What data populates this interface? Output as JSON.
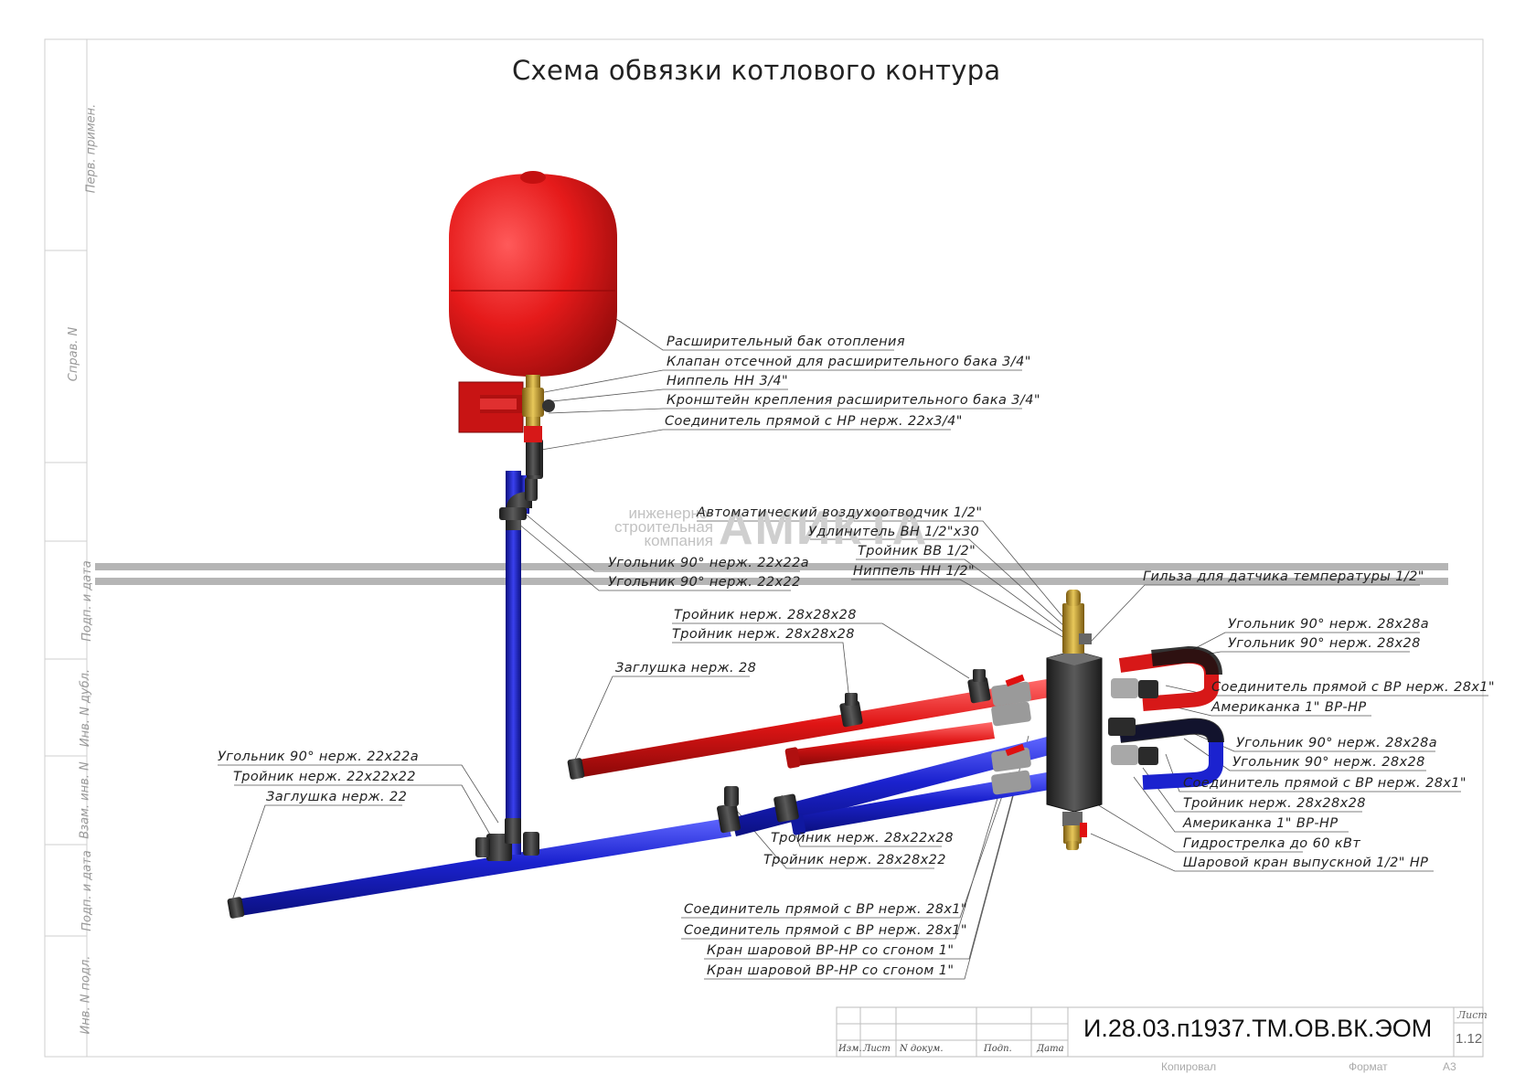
{
  "title": "Схема обвязки котлового контура",
  "watermark": {
    "line1": "инженерно-",
    "line2": "строительная",
    "line3": "компания",
    "brand": "АМИКТА"
  },
  "sidebar": [
    "Перв. примен.",
    "Справ. N",
    "Подп. и дата",
    "Инв. N дубл.",
    "Взам. инв. N",
    "Подп. и дата",
    "Инв. N подл."
  ],
  "labels": {
    "tank": "Расширительный бак отопления",
    "shutoff_valve": "Клапан отсечной для расширительного бака 3/4\"",
    "nipple_34": "Ниппель НН 3/4\"",
    "bracket": "Кронштейн крепления расширительного бака 3/4\"",
    "conn_22x34": "Соединитель прямой с НР нерж. 22х3/4\"",
    "air_vent": "Автоматический воздухоотводчик 1/2\"",
    "extension": "Удлинитель ВН 1/2\"х30",
    "tee_bb": "Тройник ВВ 1/2\"",
    "nipple_12": "Ниппель НН 1/2\"",
    "elbow_22a_top": "Угольник 90° нерж. 22х22а",
    "elbow_22_top": "Угольник 90° нерж. 22х22",
    "sleeve": "Гильза для датчика температуры 1/2\"",
    "tee_28_a": "Тройник нерж. 28х28х28",
    "tee_28_b": "Тройник нерж. 28х28х28",
    "elbow_28a_1": "Угольник 90° нерж. 28х28а",
    "elbow_28_1": "Угольник 90° нерж. 28х28",
    "plug_28": "Заглушка нерж. 28",
    "conn_28x1_r1": "Соединитель прямой с ВР нерж. 28х1\"",
    "union_r1": "Американка 1\" ВР-НР",
    "elbow_28a_2": "Угольник 90° нерж. 28х28а",
    "elbow_28_2": "Угольник 90° нерж. 28х28",
    "conn_28x1_r2": "Соединитель прямой с ВР нерж. 28х1\"",
    "tee_28_r": "Тройник нерж. 28х28х28",
    "union_r2": "Американка 1\" ВР-НР",
    "hydro_sep": "Гидрострелка до 60 кВт",
    "drain_valve": "Шаровой кран выпускной 1/2\" НР",
    "elbow_22a_left": "Угольник 90° нерж. 22х22а",
    "tee_22": "Тройник нерж. 22х22х22",
    "plug_22": "Заглушка нерж. 22",
    "tee_28x22x28": "Тройник нерж. 28х22х28",
    "tee_28x28x22": "Тройник нерж. 28х28х22",
    "conn_b1": "Соединитель прямой с ВР нерж. 28х1\"",
    "conn_b2": "Соединитель прямой с ВР нерж. 28х1\"",
    "valve_b1": "Кран шаровой ВР-НР со сгоном 1\"",
    "valve_b2": "Кран шаровой ВР-НР со сгоном 1\""
  },
  "title_block": {
    "code": "И.28.03.п1937.ТМ.ОВ.ВК.ЭОМ",
    "sheet_label": "Лист",
    "sheet_no": "1.12",
    "cols": [
      "Изм.",
      "Лист",
      "N докум.",
      "Подп.",
      "Дата"
    ],
    "copied": "Копировал",
    "format": "Формат",
    "format_value": "А3"
  },
  "colors": {
    "hot_pipe": "#d71818",
    "cold_pipe": "#1a22c8",
    "fitting": "#3a3a3a",
    "frame": "#cccccc"
  }
}
